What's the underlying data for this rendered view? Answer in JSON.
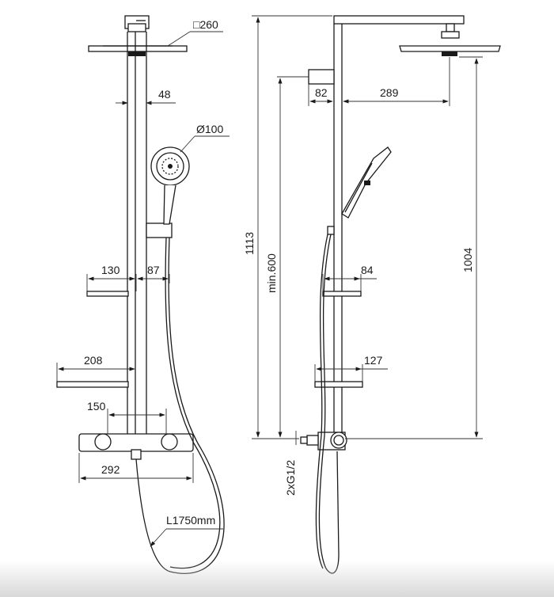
{
  "dimensions": {
    "head_square": "□260",
    "arm_width": "48",
    "hand_diameter": "Ø100",
    "shelf1_depth": "130",
    "shelf1_offset": "87",
    "shelf2_depth": "208",
    "inlet_spacing": "150",
    "mixer_width": "292",
    "hose_length": "L1750mm",
    "total_height": "1113",
    "min_height": "min.600",
    "wall_offset": "82",
    "arm_reach": "289",
    "head_height": "1004",
    "side_shelf1": "84",
    "side_shelf2": "127",
    "inlet_thread": "2xG1/2"
  }
}
